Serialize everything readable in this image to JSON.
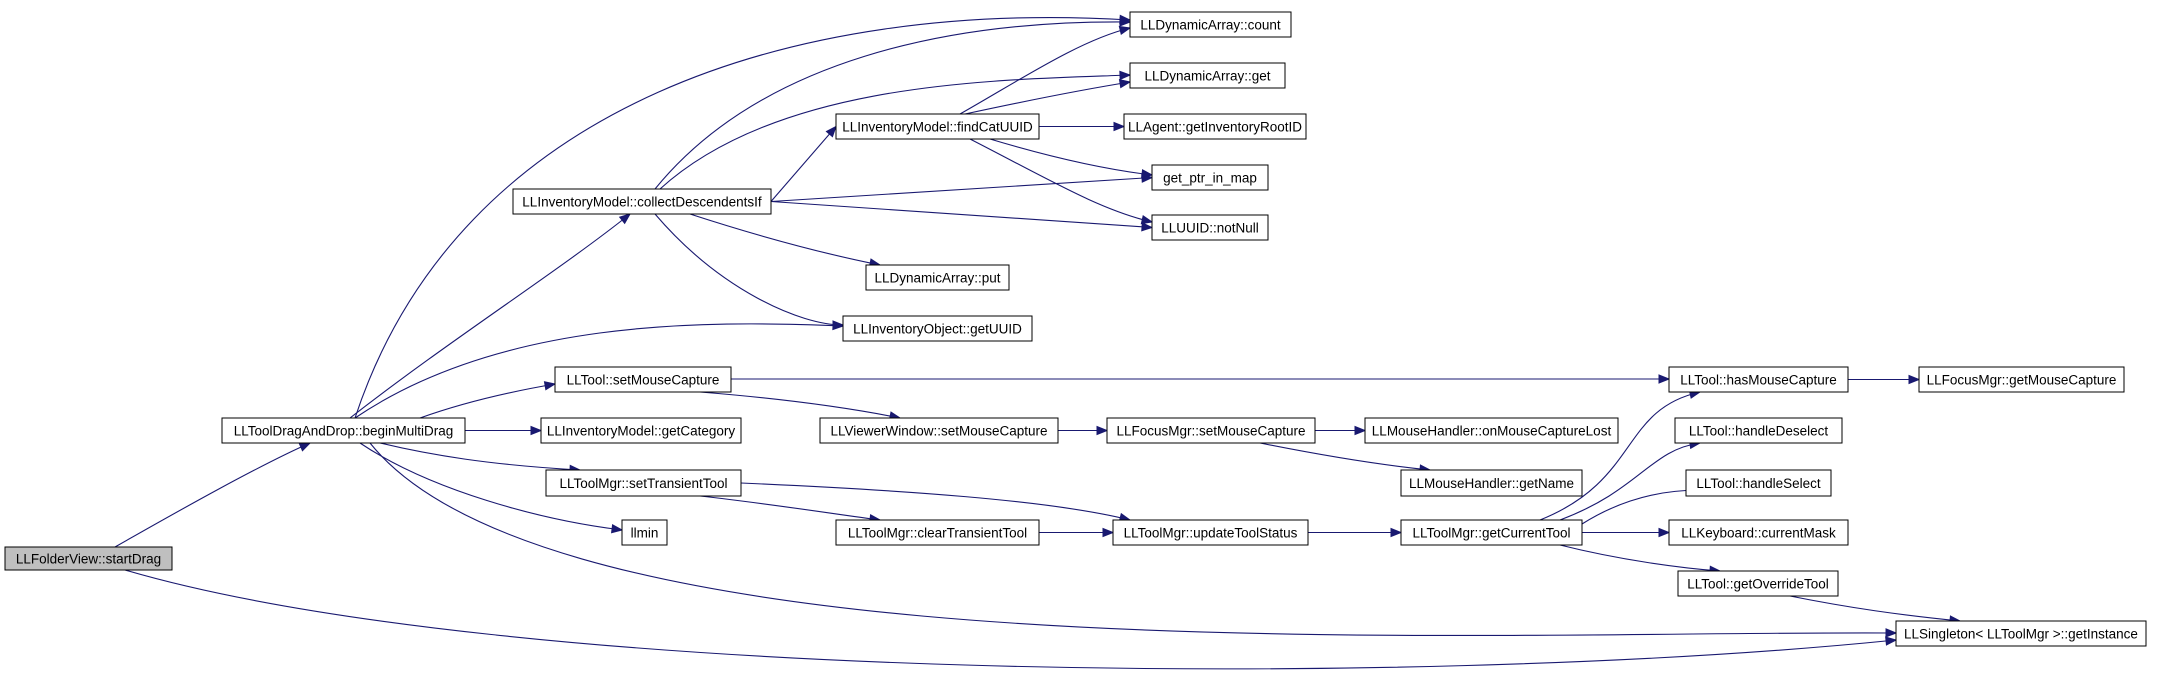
{
  "graph": {
    "colors": {
      "edge": "#191970",
      "node_border": "#000000",
      "root_fill": "#bfbfbf",
      "node_fill": "#ffffff"
    },
    "nodes": {
      "startDrag": "LLFolderView::startDrag",
      "beginMultiDrag": "LLToolDragAndDrop::beginMultiDrag",
      "collectDescendentsIf": "LLInventoryModel::collectDescendentsIf",
      "getCategory": "LLInventoryModel::getCategory",
      "setTransientTool": "LLToolMgr::setTransientTool",
      "llmin": "llmin",
      "toolSetMouseCapture": "LLTool::setMouseCapture",
      "dynCount": "LLDynamicArray::count",
      "dynGet": "LLDynamicArray::get",
      "findCatUUID": "LLInventoryModel::findCatUUID",
      "dynPut": "LLDynamicArray::put",
      "objGetUUID": "LLInventoryObject::getUUID",
      "viewerSetMouseCapture": "LLViewerWindow::setMouseCapture",
      "clearTransientTool": "LLToolMgr::clearTransientTool",
      "getInventoryRootID": "LLAgent::getInventoryRootID",
      "getPtrInMap": "get_ptr_in_map",
      "notNull": "LLUUID::notNull",
      "focusSetMouseCapture": "LLFocusMgr::setMouseCapture",
      "updateToolStatus": "LLToolMgr::updateToolStatus",
      "onMouseCaptureLost": "LLMouseHandler::onMouseCaptureLost",
      "getName": "LLMouseHandler::getName",
      "getCurrentTool": "LLToolMgr::getCurrentTool",
      "hasMouseCapture": "LLTool::hasMouseCapture",
      "handleDeselect": "LLTool::handleDeselect",
      "handleSelect": "LLTool::handleSelect",
      "currentMask": "LLKeyboard::currentMask",
      "getOverrideTool": "LLTool::getOverrideTool",
      "getInstance": "LLSingleton< LLToolMgr >::getInstance",
      "focusGetMouseCapture": "LLFocusMgr::getMouseCapture"
    },
    "edges": [
      [
        "startDrag",
        "beginMultiDrag"
      ],
      [
        "startDrag",
        "getInstance"
      ],
      [
        "beginMultiDrag",
        "dynCount"
      ],
      [
        "beginMultiDrag",
        "collectDescendentsIf"
      ],
      [
        "beginMultiDrag",
        "objGetUUID"
      ],
      [
        "beginMultiDrag",
        "toolSetMouseCapture"
      ],
      [
        "beginMultiDrag",
        "getCategory"
      ],
      [
        "beginMultiDrag",
        "setTransientTool"
      ],
      [
        "beginMultiDrag",
        "llmin"
      ],
      [
        "beginMultiDrag",
        "getInstance"
      ],
      [
        "collectDescendentsIf",
        "dynCount"
      ],
      [
        "collectDescendentsIf",
        "dynGet"
      ],
      [
        "collectDescendentsIf",
        "findCatUUID"
      ],
      [
        "collectDescendentsIf",
        "getPtrInMap"
      ],
      [
        "collectDescendentsIf",
        "notNull"
      ],
      [
        "collectDescendentsIf",
        "dynPut"
      ],
      [
        "collectDescendentsIf",
        "objGetUUID"
      ],
      [
        "findCatUUID",
        "dynCount"
      ],
      [
        "findCatUUID",
        "dynGet"
      ],
      [
        "findCatUUID",
        "getInventoryRootID"
      ],
      [
        "findCatUUID",
        "getPtrInMap"
      ],
      [
        "findCatUUID",
        "notNull"
      ],
      [
        "toolSetMouseCapture",
        "hasMouseCapture"
      ],
      [
        "toolSetMouseCapture",
        "viewerSetMouseCapture"
      ],
      [
        "viewerSetMouseCapture",
        "focusSetMouseCapture"
      ],
      [
        "focusSetMouseCapture",
        "onMouseCaptureLost"
      ],
      [
        "focusSetMouseCapture",
        "getName"
      ],
      [
        "setTransientTool",
        "updateToolStatus"
      ],
      [
        "setTransientTool",
        "clearTransientTool"
      ],
      [
        "clearTransientTool",
        "updateToolStatus"
      ],
      [
        "updateToolStatus",
        "getCurrentTool"
      ],
      [
        "getCurrentTool",
        "hasMouseCapture"
      ],
      [
        "getCurrentTool",
        "handleDeselect"
      ],
      [
        "getCurrentTool",
        "handleSelect"
      ],
      [
        "getCurrentTool",
        "currentMask"
      ],
      [
        "getCurrentTool",
        "getOverrideTool"
      ],
      [
        "getOverrideTool",
        "getInstance"
      ],
      [
        "hasMouseCapture",
        "focusGetMouseCapture"
      ]
    ]
  }
}
